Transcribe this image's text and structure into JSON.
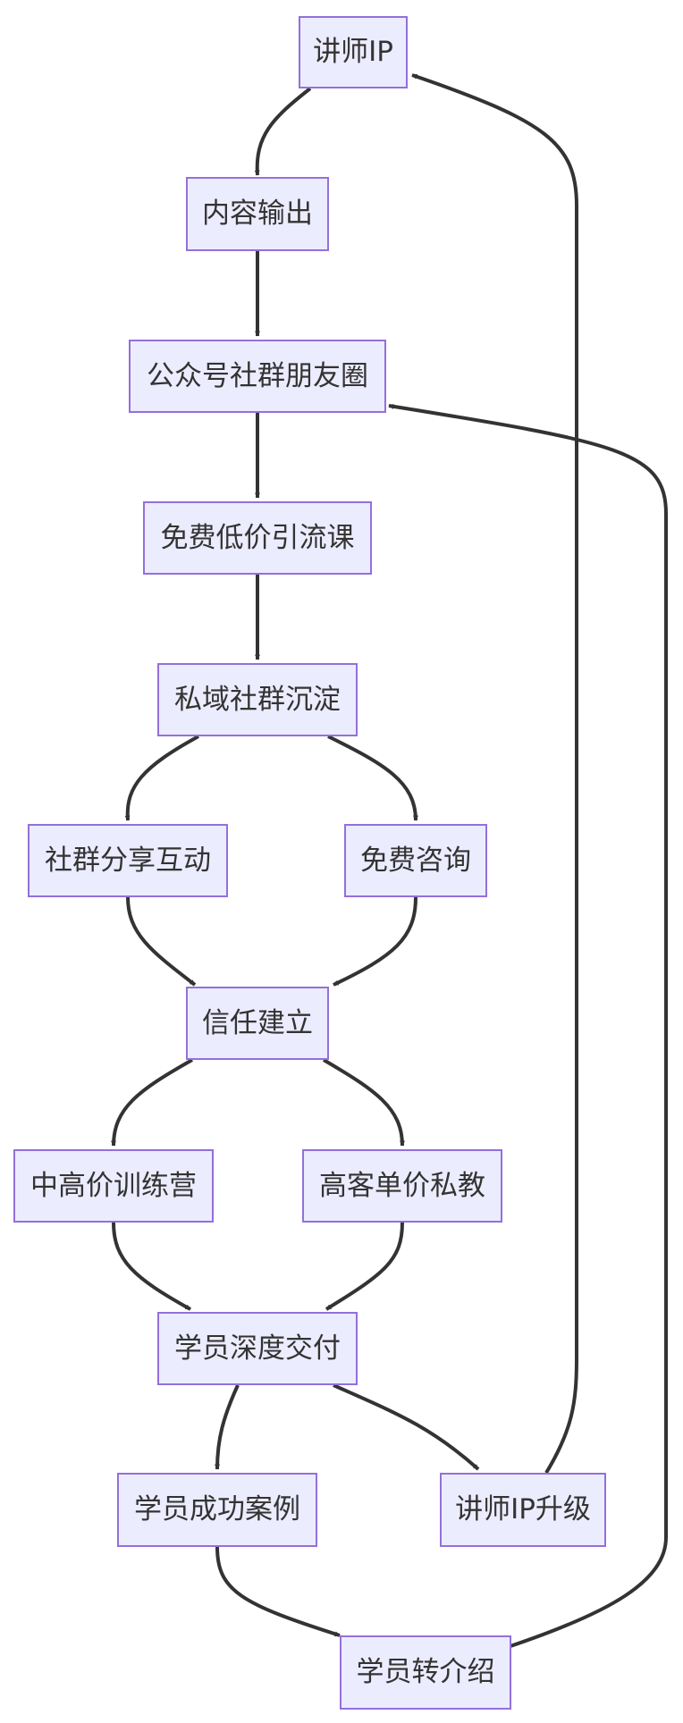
{
  "nodes": {
    "n1": "讲师IP",
    "n2": "内容输出",
    "n3": "公众号社群朋友圈",
    "n4": "免费低价引流课",
    "n5": "私域社群沉淀",
    "n6": "社群分享互动",
    "n7": "免费咨询",
    "n8": "信任建立",
    "n9": "中高价训练营",
    "n10": "高客单价私教",
    "n11": "学员深度交付",
    "n12": "学员成功案例",
    "n13": "讲师IP升级",
    "n14": "学员转介绍"
  },
  "edges": [
    [
      "n1",
      "n2"
    ],
    [
      "n2",
      "n3"
    ],
    [
      "n3",
      "n4"
    ],
    [
      "n4",
      "n5"
    ],
    [
      "n5",
      "n6"
    ],
    [
      "n5",
      "n7"
    ],
    [
      "n6",
      "n8"
    ],
    [
      "n7",
      "n8"
    ],
    [
      "n8",
      "n9"
    ],
    [
      "n8",
      "n10"
    ],
    [
      "n9",
      "n11"
    ],
    [
      "n10",
      "n11"
    ],
    [
      "n11",
      "n12"
    ],
    [
      "n11",
      "n13"
    ],
    [
      "n12",
      "n14"
    ],
    [
      "n13",
      "n1"
    ],
    [
      "n14",
      "n3"
    ]
  ],
  "colors": {
    "node_fill": "#ececff",
    "node_border": "#9370db",
    "edge": "#333333",
    "text": "#333333"
  }
}
